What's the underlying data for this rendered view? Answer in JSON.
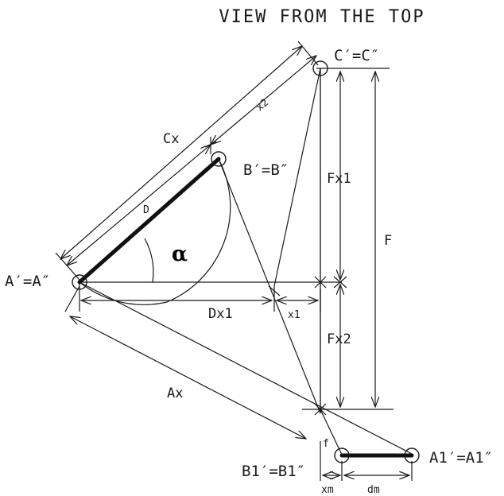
{
  "title": "VIEW FROM THE TOP",
  "points": {
    "a": "A′=A″",
    "b": "B′=B″",
    "c": "C′=C″",
    "a1": "A1′=A1″",
    "b1": "B1′=B1″"
  },
  "angle": "α",
  "segment_label": "D",
  "dimensions": {
    "cx": "Cx",
    "x2": "x2",
    "fx1": "Fx1",
    "f": "F",
    "fx2": "Fx2",
    "dx1": "Dx1",
    "x1": "x1",
    "ax": "Ax",
    "f_small": "f",
    "xm": "xm",
    "dm": "dm"
  },
  "colors": {
    "ink": "#1a1a1a",
    "background": "#ffffff"
  }
}
